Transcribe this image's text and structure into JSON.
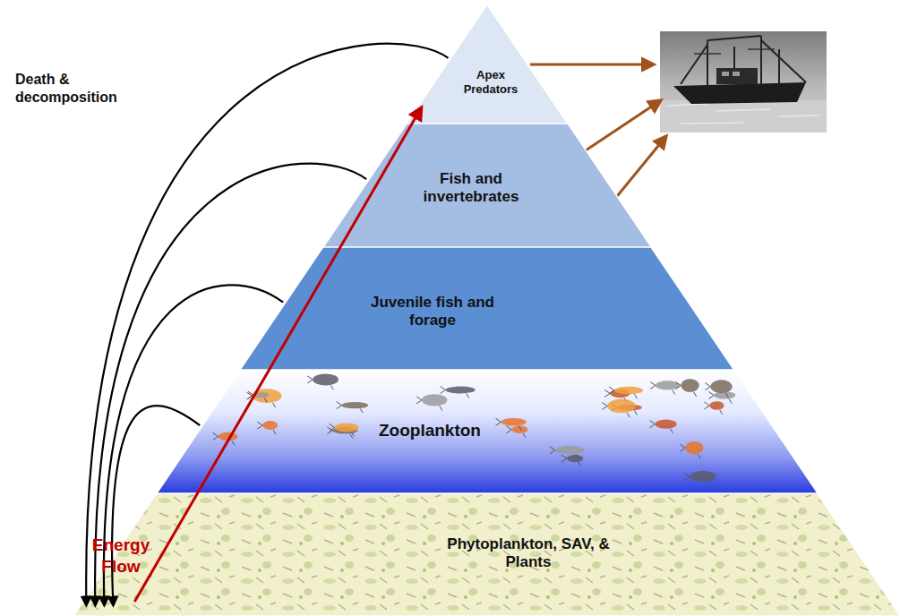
{
  "diagram": {
    "nodes": [
      {
        "text": [
          "Apex Predators"
        ]
      },
      {
        "text": [
          "Fish and invertebrates"
        ]
      },
      {
        "text": [
          "Juvenile fish and forage"
        ]
      },
      {
        "text": [
          "Zooplankton"
        ]
      },
      {
        "text": [
          "Phytoplankton, SAV, & Plants"
        ]
      }
    ],
    "edges": [
      {
        "from": 0,
        "to": 4,
        "arrow": "to"
      },
      {
        "from": 1,
        "to": 4,
        "arrow": "to"
      },
      {
        "from": 2,
        "to": 4,
        "arrow": "to"
      },
      {
        "from": 3,
        "to": 4,
        "arrow": "to"
      },
      {
        "from": 4,
        "to": 0,
        "arrow": "to"
      }
    ],
    "labels": [
      "Death & decomposition",
      "Energy Flow"
    ]
  }
}
